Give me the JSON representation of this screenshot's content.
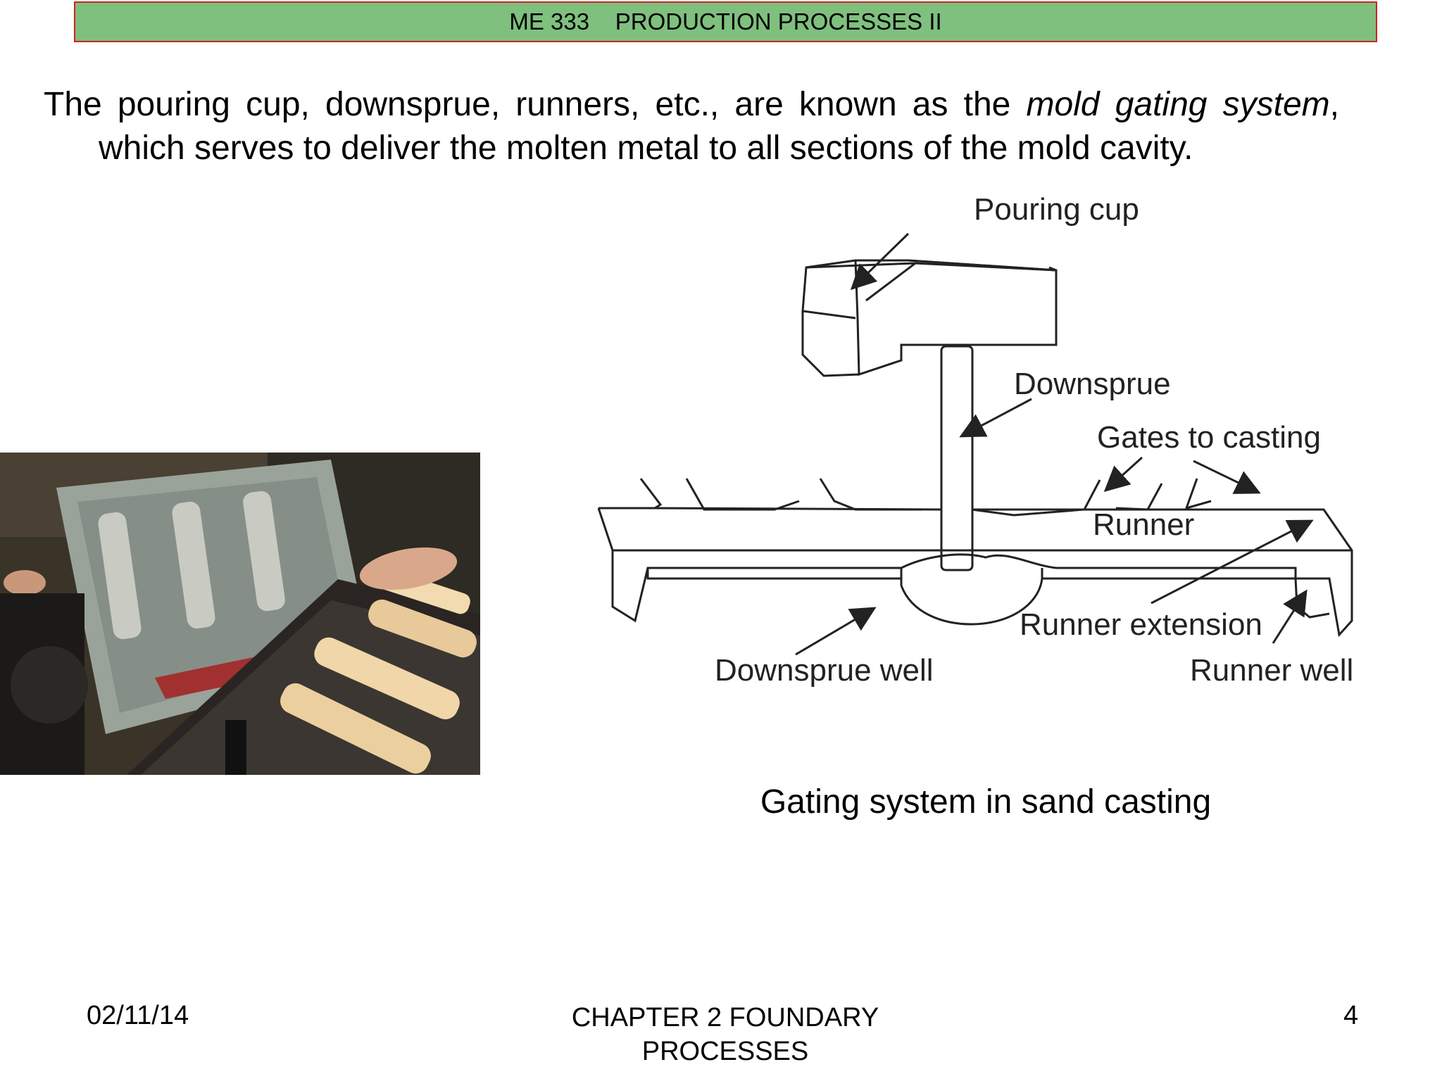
{
  "header": {
    "course": "ME 333",
    "title": "PRODUCTION PROCESSES II"
  },
  "intro": {
    "part1": "The pouring cup, downsprue, runners, etc., are known as the ",
    "italic1": "mold gating system",
    "part2": ", which serves to deliver the molten metal to all sections of the mold cavity."
  },
  "diagram": {
    "labels": {
      "pouring_cup": "Pouring cup",
      "downsprue": "Downsprue",
      "gates": "Gates to casting",
      "runner": "Runner",
      "runner_extension": "Runner extension",
      "downsprue_well": "Downsprue well",
      "runner_well": "Runner well"
    },
    "caption": "Gating system in sand casting"
  },
  "footer": {
    "date": "02/11/14",
    "chapter_line1": "CHAPTER 2 FOUNDARY",
    "chapter_line2": "PROCESSES",
    "page": "4"
  }
}
